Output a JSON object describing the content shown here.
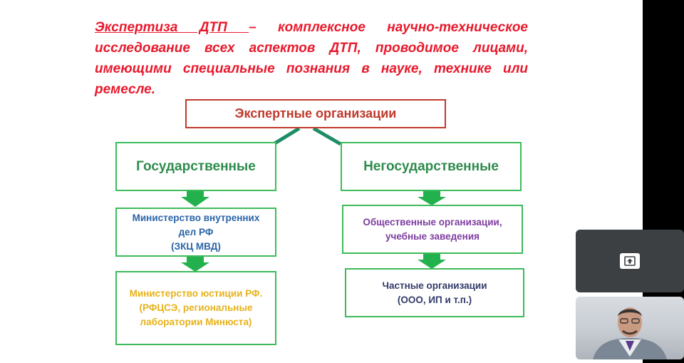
{
  "slide": {
    "definition": {
      "term": "Экспертиза ДТП ",
      "body": " – комплексное научно-техническое исследование всех аспектов ДТП, проводимое лицами, имеющими специальные познания в науке, технике или ремесле."
    },
    "root": "Экспертные организации",
    "state": {
      "title": "Государственные",
      "mvd": [
        "Министерство внутренних",
        "дел РФ",
        "(ЗКЦ МВД)"
      ],
      "justice": [
        "Министерство юстиции РФ.",
        "(РФЦСЭ, региональные",
        "лаборатории Минюста)"
      ]
    },
    "nonstate": {
      "title": "Негосударственные",
      "social": [
        "Общественные организации,",
        "учебные заведения"
      ],
      "private": [
        "Частные организации",
        "(ООО, ИП и т.п.)"
      ]
    }
  },
  "colors": {
    "definition": "#e8192c",
    "root_border": "#c0392b",
    "green": "#3dbb5a",
    "arrow": "#22b14c",
    "connector": "#1e8c64"
  },
  "controls": {
    "share_icon": "present-screen-icon"
  }
}
